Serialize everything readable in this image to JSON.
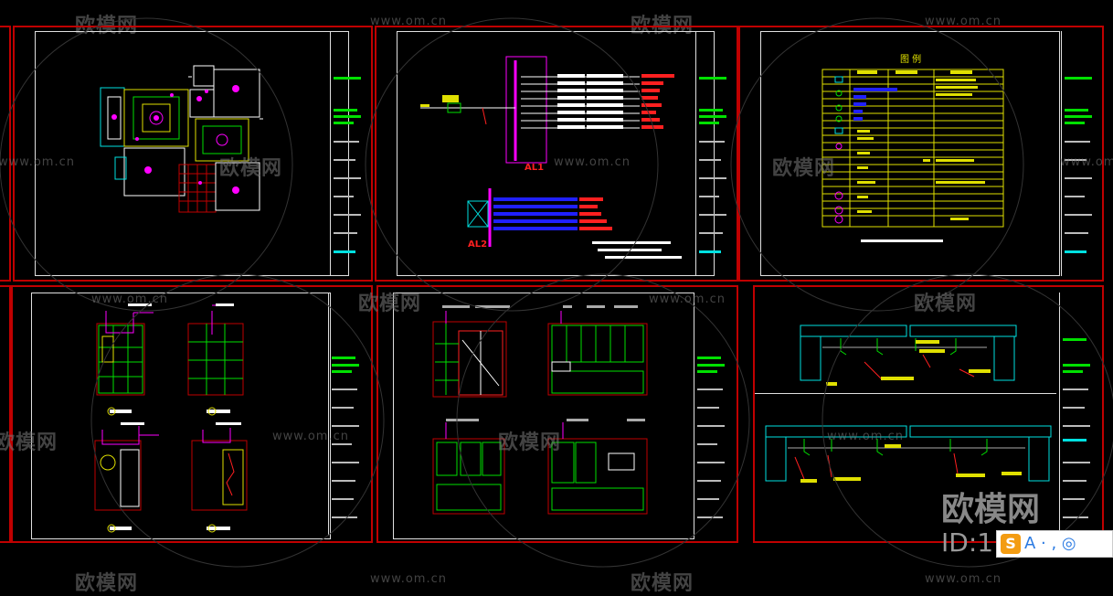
{
  "watermark": {
    "logo_text": "欧模网",
    "url_text": "www.om.cn",
    "id_text": "ID:1192612",
    "big_logo": "欧模网"
  },
  "drawings": {
    "legend_title": "图 例",
    "panel_label_al1": "AL1",
    "panel_label_al2": "AL2"
  },
  "ime_bar": {
    "badge": "S",
    "symbols": "A · , ◎"
  }
}
